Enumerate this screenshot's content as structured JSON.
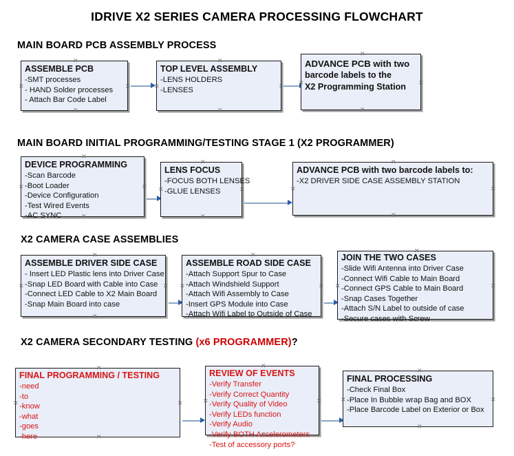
{
  "document": {
    "title": "IDRIVE X2  SERIES CAMERA PROCESSING FLOWCHART"
  },
  "colors": {
    "node_fill": "#e9eef8",
    "node_border": "#1a1a1a",
    "connector": "#8aa6c4",
    "arrowhead": "#2a5caa",
    "red_text": "#d81515",
    "accent_red": "#cc0000"
  },
  "sections": [
    {
      "id": "main-board-pcb-assembly-process",
      "heading": "MAIN BOARD PCB ASSEMBLY PROCESS",
      "heading_accent": "",
      "heading_tail": "",
      "nodes": [
        {
          "id": "assemble-pcb",
          "title": "ASSEMBLE PCB",
          "items": [
            "-SMT processes",
            "- HAND Solder processes",
            "- Attach Bar Code Label"
          ]
        },
        {
          "id": "top-level-assembly",
          "title": "TOP LEVEL ASSEMBLY",
          "items": [
            "-LENS HOLDERS",
            "-LENSES"
          ]
        },
        {
          "id": "advance-pcb-to-x2-programming-station",
          "title": "ADVANCE PCB with two",
          "items": [
            "barcode labels to the",
            " X2 Programming Station"
          ]
        }
      ]
    },
    {
      "id": "main-board-initial-programming-testing-stage-1",
      "heading": "MAIN BOARD INITIAL PROGRAMMING/TESTING STAGE 1 (X2 PROGRAMMER)",
      "heading_accent": "",
      "heading_tail": "",
      "nodes": [
        {
          "id": "device-programming",
          "title": "DEVICE PROGRAMMING",
          "items": [
            "-Scan Barcode",
            "-Boot Loader",
            "-Device Configuration",
            "-Test Wired Events",
            "-AC SYNC"
          ]
        },
        {
          "id": "lens-focus",
          "title": "LENS FOCUS",
          "items": [
            "-FOCUS BOTH LENSES",
            "-GLUE LENSES"
          ]
        },
        {
          "id": "advance-pcb-to-driver-side-case-assembly",
          "title": "ADVANCE PCB with two barcode labels to:",
          "items": [
            "-X2 DRIVER  SIDE  CASE  ASSEMBLY STATION"
          ]
        }
      ]
    },
    {
      "id": "x2-camera-case-assemblies",
      "heading": "X2 CAMERA CASE ASSEMBLIES",
      "heading_accent": "",
      "heading_tail": "",
      "nodes": [
        {
          "id": "assemble-driver-side-case",
          "title": "ASSEMBLE DRIVER SIDE CASE",
          "items": [
            "- Insert LED Plastic lens into Driver Case",
            "-Snap LED Board with Cable into Case",
            "-Connect LED Cable to X2 Main Board",
            "-Snap Main Board into case"
          ]
        },
        {
          "id": "assemble-road-side-case",
          "title": "ASSEMBLE ROAD SIDE CASE",
          "items": [
            "-Attach Support Spur to Case",
            "-Attach Windshield Support",
            "-Attach Wifi Assembly to Case",
            "-Insert GPS Module into Case",
            "-Attach Wifi Label to Outside of Case"
          ]
        },
        {
          "id": "join-the-two-cases",
          "title": "JOIN THE TWO CASES",
          "items": [
            "-Slide Wifi Antenna into Driver Case",
            "-Connect Wifi Cable to Main Board",
            "-Connect GPS Cable to Main Board",
            "-Snap Cases Together",
            "-Attach S/N Label to outside of case",
            "-Secure cases with Screw"
          ]
        }
      ]
    },
    {
      "id": "x2-camera-secondary-testing",
      "heading": "X2 CAMERA SECONDARY TESTING ",
      "heading_accent": "(x6 PROGRAMMER)",
      "heading_tail": "?",
      "nodes": [
        {
          "id": "final-programming-testing",
          "title": "FINAL PROGRAMMING / TESTING",
          "items": [
            "-need",
            "-to",
            "-know",
            "-what",
            "-goes",
            "-here"
          ]
        },
        {
          "id": "review-of-events",
          "title": "REVIEW OF EVENTS",
          "items": [
            "-Verify Transfer",
            "-Verify Correct Quantity",
            "-Verify Quality of Video",
            "-Verify LEDs function",
            "-Verify Audio",
            "-Verify BOTH Accelerometers",
            "-Test of accessory ports?"
          ]
        },
        {
          "id": "final-processing",
          "title": "FINAL PROCESSING",
          "items": [
            " -Check Final Box",
            "-Place In Bubble wrap Bag and BOX",
            "-Place Barcode Label on Exterior or Box"
          ]
        }
      ]
    }
  ]
}
